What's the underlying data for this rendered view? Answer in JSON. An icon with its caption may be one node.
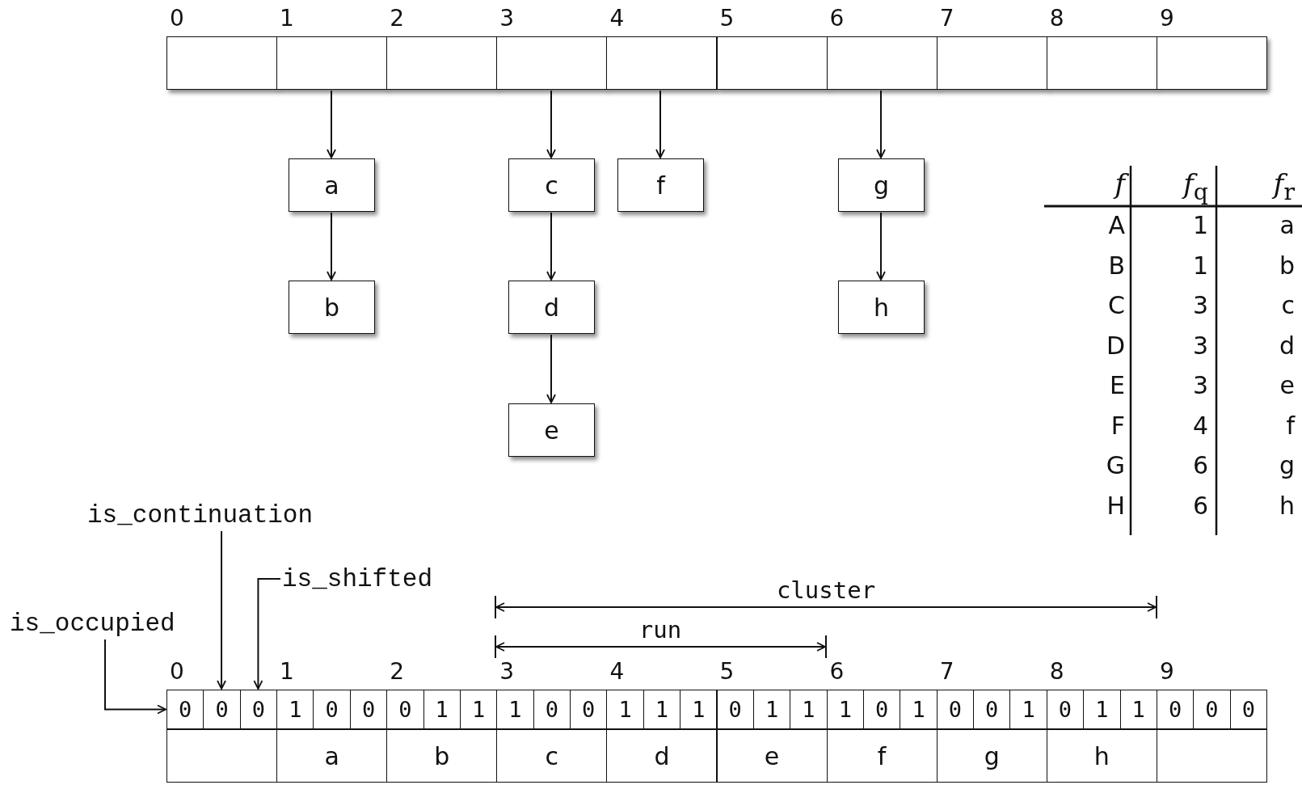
{
  "diagram": {
    "nodes": [
      {
        "text": [],
        "shape": "box",
        "beside": [
          "0"
        ]
      },
      {
        "text": [],
        "shape": "box",
        "beside": [
          "1"
        ]
      },
      {
        "text": [],
        "shape": "box",
        "beside": [
          "2"
        ]
      },
      {
        "text": [],
        "shape": "box",
        "beside": [
          "3"
        ]
      },
      {
        "text": [],
        "shape": "box",
        "beside": [
          "4"
        ]
      },
      {
        "text": [],
        "shape": "box",
        "beside": [
          "5"
        ]
      },
      {
        "text": [],
        "shape": "box",
        "beside": [
          "6"
        ]
      },
      {
        "text": [],
        "shape": "box",
        "beside": [
          "7"
        ]
      },
      {
        "text": [],
        "shape": "box",
        "beside": [
          "8"
        ]
      },
      {
        "text": [],
        "shape": "box",
        "beside": [
          "9"
        ]
      },
      {
        "text": [
          "a"
        ]
      },
      {
        "text": [
          "b"
        ]
      },
      {
        "text": [
          "c"
        ]
      },
      {
        "text": [
          "d"
        ]
      },
      {
        "text": [
          "e"
        ]
      },
      {
        "text": [
          "f"
        ]
      },
      {
        "text": [
          "g"
        ]
      },
      {
        "text": [
          "h"
        ]
      },
      {
        "text": [
          "is_continuation"
        ]
      },
      {
        "text": [
          "is_shifted"
        ]
      },
      {
        "text": [
          "is_occupied"
        ]
      },
      {
        "text": [
          "0"
        ]
      },
      {
        "text": [
          "0"
        ]
      },
      {
        "text": [
          "0"
        ]
      },
      {
        "text": [
          "1"
        ]
      },
      {
        "text": [
          "0"
        ]
      },
      {
        "text": [
          "0"
        ]
      },
      {
        "text": [
          "0"
        ]
      },
      {
        "text": [
          "1"
        ]
      },
      {
        "text": [
          "1"
        ]
      },
      {
        "text": [
          "1"
        ]
      },
      {
        "text": [
          "0"
        ]
      },
      {
        "text": [
          "0"
        ]
      },
      {
        "text": [
          "1"
        ]
      },
      {
        "text": [
          "1"
        ]
      },
      {
        "text": [
          "1"
        ]
      },
      {
        "text": [
          "0"
        ]
      },
      {
        "text": [
          "1"
        ]
      },
      {
        "text": [
          "1"
        ]
      },
      {
        "text": [
          "1"
        ]
      },
      {
        "text": [
          "0"
        ]
      },
      {
        "text": [
          "1"
        ]
      },
      {
        "text": [
          "0"
        ]
      },
      {
        "text": [
          "0"
        ]
      },
      {
        "text": [
          "1"
        ]
      },
      {
        "text": [
          "0"
        ]
      },
      {
        "text": [
          "1"
        ]
      },
      {
        "text": [
          "1"
        ]
      },
      {
        "text": [
          "0"
        ]
      },
      {
        "text": [
          "0"
        ]
      },
      {
        "text": [
          "0"
        ]
      },
      {
        "text": [],
        "shape": "box"
      },
      {
        "text": [
          "a"
        ]
      },
      {
        "text": [
          "b"
        ]
      },
      {
        "text": [
          "c"
        ]
      },
      {
        "text": [
          "d"
        ]
      },
      {
        "text": [
          "e"
        ]
      },
      {
        "text": [
          "f"
        ]
      },
      {
        "text": [
          "g"
        ]
      },
      {
        "text": [
          "h"
        ]
      },
      {
        "text": [],
        "shape": "box"
      }
    ],
    "edges": [
      {
        "from": 1,
        "to": 10,
        "arrow": "to"
      },
      {
        "from": 10,
        "to": 11,
        "arrow": "to"
      },
      {
        "from": 3,
        "to": 12,
        "arrow": "to"
      },
      {
        "from": 12,
        "to": 13,
        "arrow": "to"
      },
      {
        "from": 13,
        "to": 14,
        "arrow": "to"
      },
      {
        "from": 4,
        "to": 15,
        "arrow": "to"
      },
      {
        "from": 6,
        "to": 16,
        "arrow": "to"
      },
      {
        "from": 16,
        "to": 17,
        "arrow": "to"
      },
      {
        "from": 18,
        "to": 22,
        "arrow": "to"
      },
      {
        "from": 19,
        "to": 23,
        "arrow": "to"
      },
      {
        "from": 20,
        "to": 21,
        "arrow": "to"
      }
    ],
    "labels": [
      "*f*",
      "*f*$_{q}$",
      "*f*$_{r}$",
      "A",
      "1",
      "a",
      "B",
      "1",
      "b",
      "C",
      "3",
      "c",
      "D",
      "3",
      "d",
      "E",
      "3",
      "e",
      "F",
      "4",
      "f",
      "G",
      "6",
      "g",
      "H",
      "6",
      "h",
      "cluster",
      "run",
      "0",
      "1",
      "2",
      "3",
      "4",
      "5",
      "6",
      "7",
      "8",
      "9"
    ]
  }
}
